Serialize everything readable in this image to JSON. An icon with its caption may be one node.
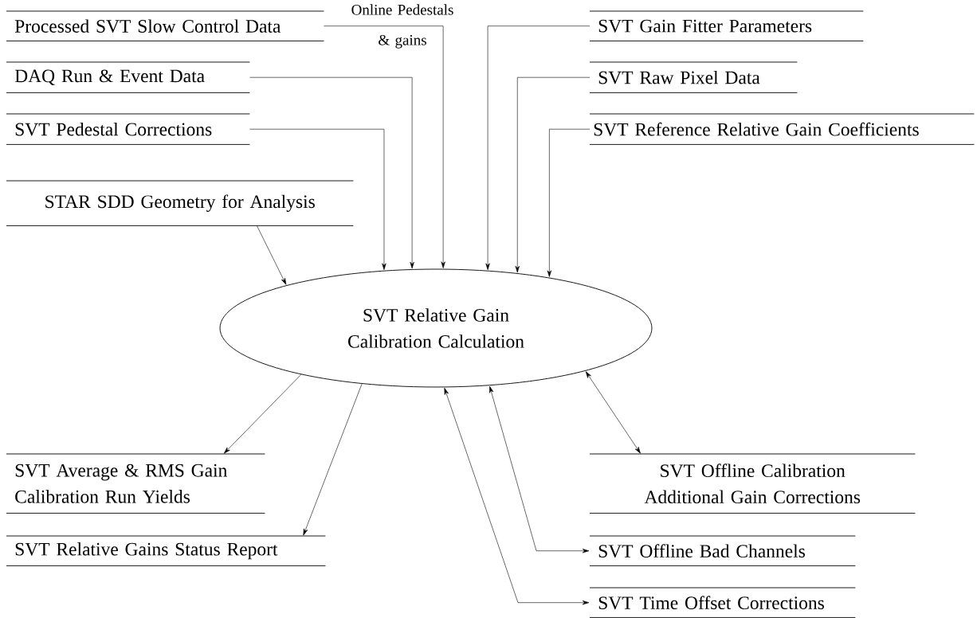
{
  "diagram": {
    "nodes": [
      {
        "text": [
          "Processed SVT Slow Control Data"
        ]
      },
      {
        "text": [
          "DAQ Run & Event Data"
        ]
      },
      {
        "text": [
          "SVT Pedestal Corrections"
        ]
      },
      {
        "text": [
          "STAR SDD Geometry for Analysis"
        ]
      },
      {
        "text": [
          "SVT Gain Fitter Parameters"
        ]
      },
      {
        "text": [
          "SVT Raw Pixel Data"
        ]
      },
      {
        "text": [
          "SVT Reference Relative Gain Coefficients"
        ]
      },
      {
        "text": [
          "SVT Relative Gain Calibration Calculation"
        ]
      },
      {
        "text": [
          "SVT Average & RMS Gain Calibration Run Yields"
        ]
      },
      {
        "text": [
          "SVT Relative Gains Status Report"
        ]
      },
      {
        "text": [
          "SVT Offline Calibration Additional Gain Corrections"
        ]
      },
      {
        "text": [
          "SVT Offline Bad Channels"
        ]
      },
      {
        "text": [
          "SVT Time Offset Corrections"
        ]
      }
    ],
    "edges": [
      {
        "from": 0,
        "to": 7,
        "arrow": "to",
        "label": "Online Pedestals & gains"
      },
      {
        "from": 1,
        "to": 7,
        "arrow": "to"
      },
      {
        "from": 2,
        "to": 7,
        "arrow": "to"
      },
      {
        "from": 3,
        "to": 7,
        "arrow": "to"
      },
      {
        "from": 4,
        "to": 7,
        "arrow": "to"
      },
      {
        "from": 5,
        "to": 7,
        "arrow": "to"
      },
      {
        "from": 6,
        "to": 7,
        "arrow": "to"
      },
      {
        "from": 7,
        "to": 8,
        "arrow": "to"
      },
      {
        "from": 7,
        "to": 9,
        "arrow": "to"
      },
      {
        "from": 7,
        "to": 10,
        "arrow": "both"
      },
      {
        "from": 7,
        "to": 11,
        "arrow": "both"
      },
      {
        "from": 7,
        "to": 12,
        "arrow": "both"
      }
    ]
  }
}
